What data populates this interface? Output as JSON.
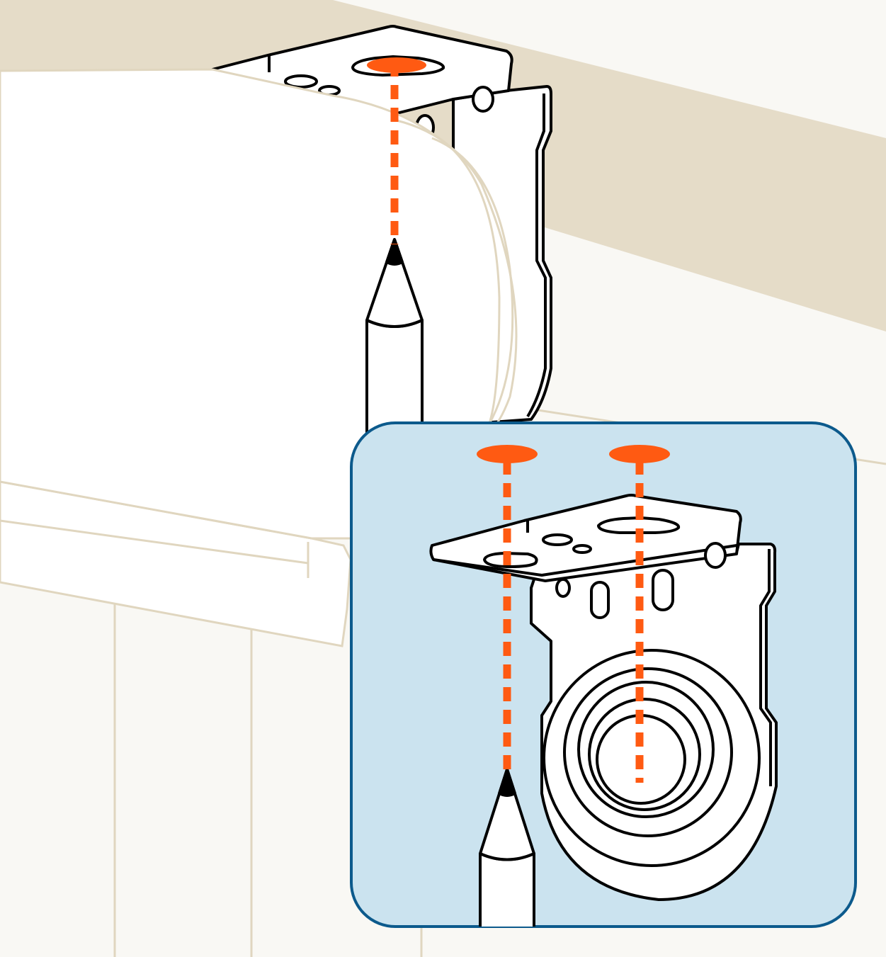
{
  "figure": {
    "kind": "installation-instruction-illustration",
    "text_labels": []
  },
  "colors": {
    "ceiling": "#e5dcc8",
    "wall": "#f9f8f4",
    "room_lines": "#e0d6bf",
    "shade": "#ffffff",
    "inset_background": "#cbe3ef",
    "inset_border": "#0c5a8c",
    "marking_guide": "#ff5a12",
    "outline": "#000000"
  },
  "components": {
    "mounting_bracket": "bracket-icon",
    "pencil": "pencil-icon",
    "roller_shade": "roller-shade-icon",
    "mark_spot": "pencil-mark-icon"
  },
  "inset": {
    "mark_count": 2,
    "guide_style": "dashed"
  }
}
